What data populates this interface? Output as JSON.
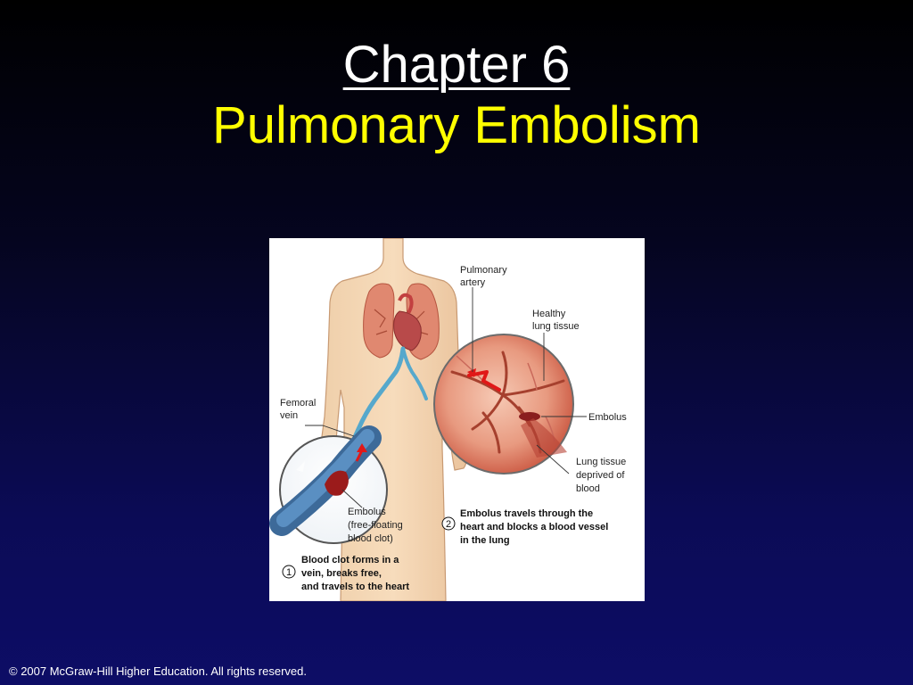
{
  "slide": {
    "title_line1": "Chapter 6",
    "title_line2": "Pulmonary Embolism",
    "copyright": "© 2007 McGraw-Hill Higher Education. All rights reserved."
  },
  "colors": {
    "title_primary": "#ffffff",
    "title_accent": "#ffff00",
    "background_top": "#000000",
    "background_bottom": "#0d0d66"
  },
  "diagram": {
    "labels": {
      "pulmonary_artery": [
        "Pulmonary",
        "artery"
      ],
      "healthy_lung_tissue": [
        "Healthy",
        "lung tissue"
      ],
      "embolus_lung": "Embolus",
      "femoral_vein": [
        "Femoral",
        "vein"
      ],
      "lung_tissue_deprived": [
        "Lung tissue",
        "deprived of",
        "blood"
      ],
      "embolus_vein": [
        "Embolus",
        "(free-floating",
        "blood clot)"
      ]
    },
    "steps": [
      {
        "number": "1",
        "lines": [
          "Blood clot forms in a",
          "vein, breaks free,",
          "and travels to the heart"
        ]
      },
      {
        "number": "2",
        "lines": [
          "Embolus travels through the",
          "heart and blocks a blood vessel",
          "in the lung"
        ]
      }
    ]
  }
}
